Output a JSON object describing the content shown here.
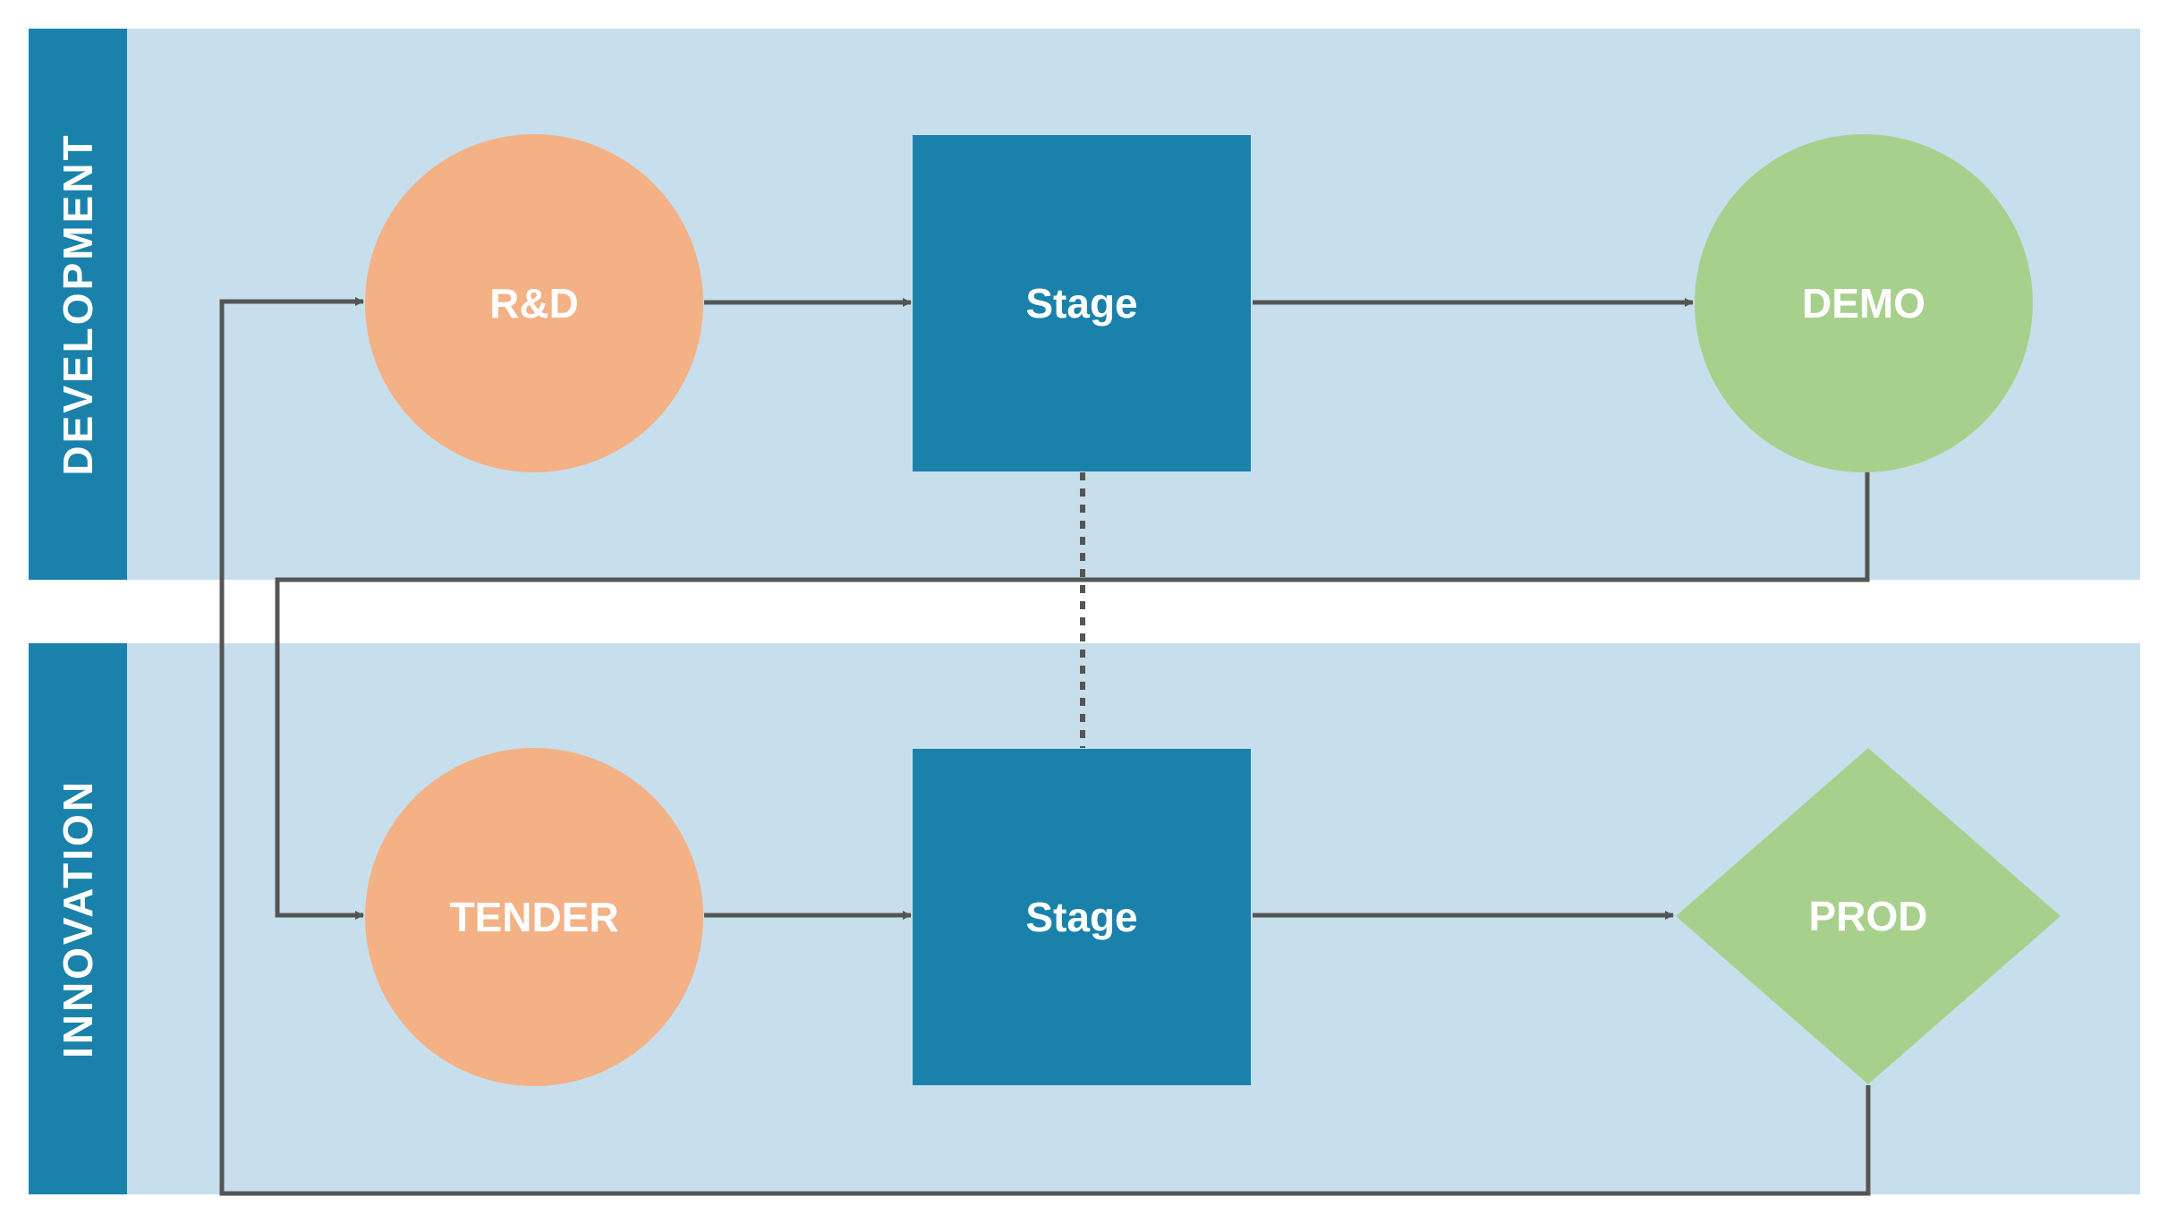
{
  "lanes": {
    "development": {
      "title": "DEVELOPMENT"
    },
    "innovation": {
      "title": "INNOVATION"
    }
  },
  "nodes": {
    "rd": {
      "label": "R&D"
    },
    "stage_top": {
      "label": "Stage"
    },
    "demo": {
      "label": "DEMO"
    },
    "tender": {
      "label": "TENDER"
    },
    "stage_bottom": {
      "label": "Stage"
    },
    "prod": {
      "label": "PROD"
    }
  },
  "colors": {
    "lane_background": "#c7dfec",
    "lane_header": "#1a82aa",
    "orange_node": "#f3b185",
    "green_node": "#a8d08d",
    "stage_node": "#1a82aa",
    "connector": "#555555"
  }
}
